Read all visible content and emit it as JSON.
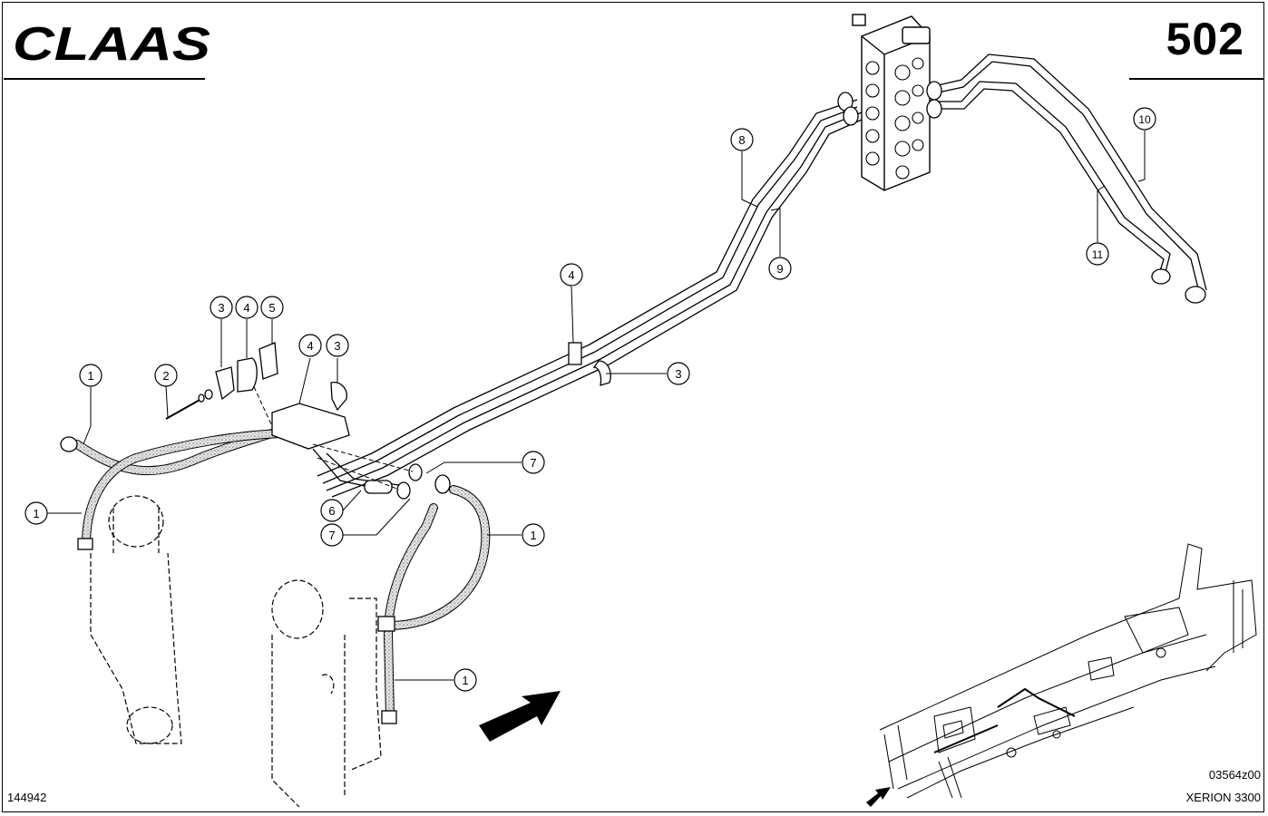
{
  "brand": "CLAAS",
  "page_number": "502",
  "drawing_number": "144942",
  "figure_code": "03564z00",
  "model": "XERION 3300",
  "callouts": [
    {
      "id": "c1a",
      "label": "1"
    },
    {
      "id": "c1b",
      "label": "1"
    },
    {
      "id": "c1c",
      "label": "1"
    },
    {
      "id": "c1d",
      "label": "1"
    },
    {
      "id": "c2",
      "label": "2"
    },
    {
      "id": "c3a",
      "label": "3"
    },
    {
      "id": "c4a",
      "label": "4"
    },
    {
      "id": "c5",
      "label": "5"
    },
    {
      "id": "c4b",
      "label": "4"
    },
    {
      "id": "c3b",
      "label": "3"
    },
    {
      "id": "c4c",
      "label": "4"
    },
    {
      "id": "c3c",
      "label": "3"
    },
    {
      "id": "c6",
      "label": "6"
    },
    {
      "id": "c7a",
      "label": "7"
    },
    {
      "id": "c7b",
      "label": "7"
    },
    {
      "id": "c8",
      "label": "8"
    },
    {
      "id": "c9",
      "label": "9"
    },
    {
      "id": "c10",
      "label": "10"
    },
    {
      "id": "c11",
      "label": "11"
    }
  ],
  "colors": {
    "ink": "#000000",
    "paper": "#ffffff",
    "hose_fill": "#d9d9d9"
  }
}
